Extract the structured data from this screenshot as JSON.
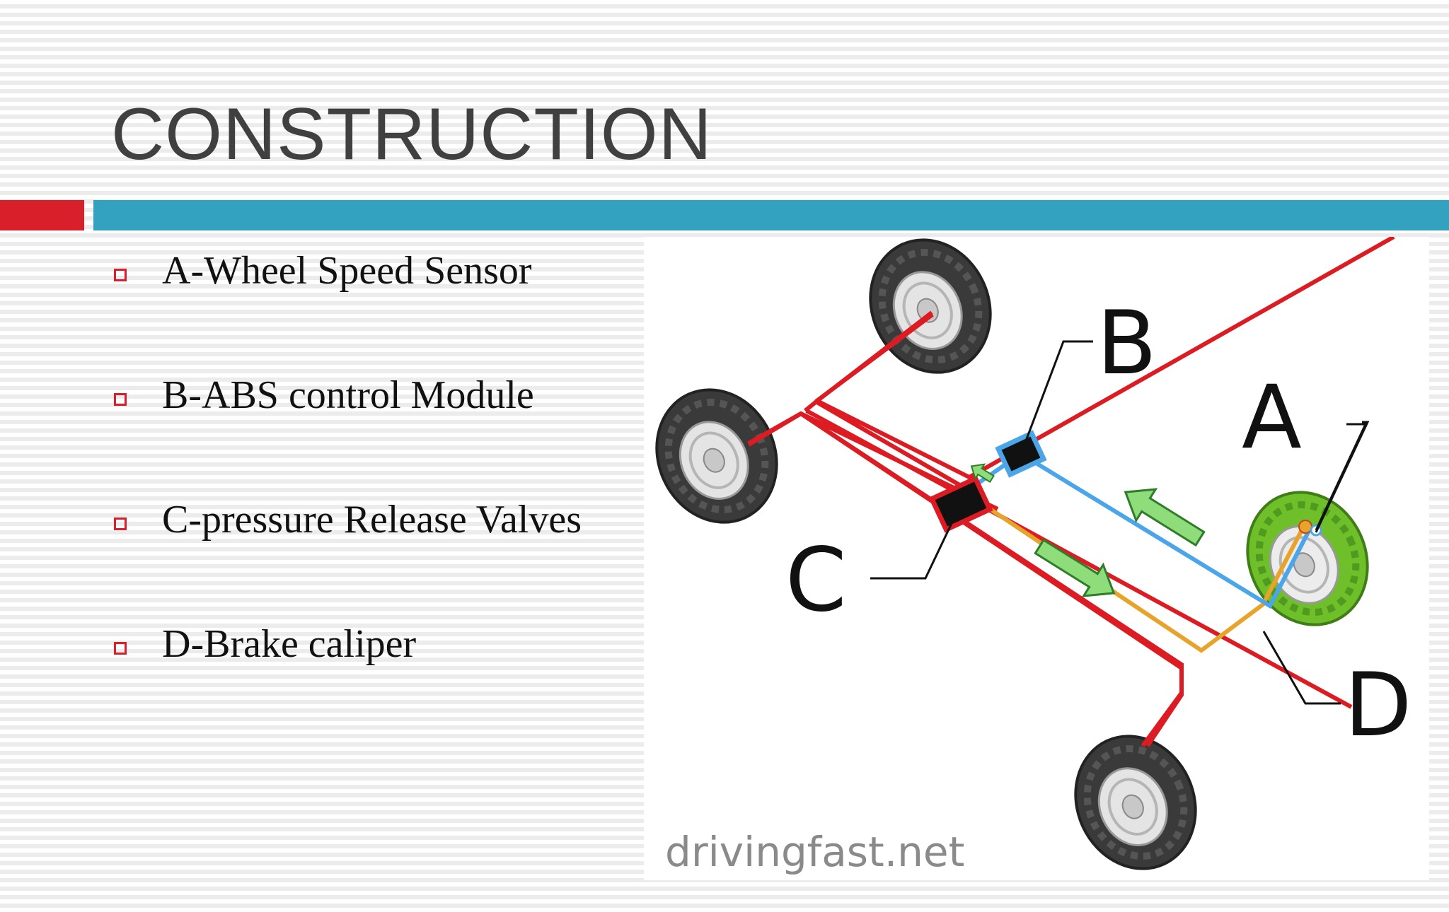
{
  "slide": {
    "title": "CONSTRUCTION",
    "accent_colors": {
      "red": "#d9202a",
      "blue": "#32a2c0"
    },
    "bullet_icon": "hollow-square-bullet"
  },
  "bullets": [
    {
      "text": "A-Wheel Speed Sensor"
    },
    {
      "text": "B-ABS control Module"
    },
    {
      "text": "C-pressure Release Valves"
    },
    {
      "text": "D-Brake caliper"
    }
  ],
  "diagram": {
    "labels": {
      "a": "A",
      "b": "B",
      "c": "C",
      "d": "D"
    },
    "watermark": "drivingfast.net",
    "line_colors": {
      "brake": "#dc1c22",
      "sensor": "#4aa6e8",
      "return": "#e8a32a",
      "highlight_wheel": "#6fbf2a"
    }
  }
}
